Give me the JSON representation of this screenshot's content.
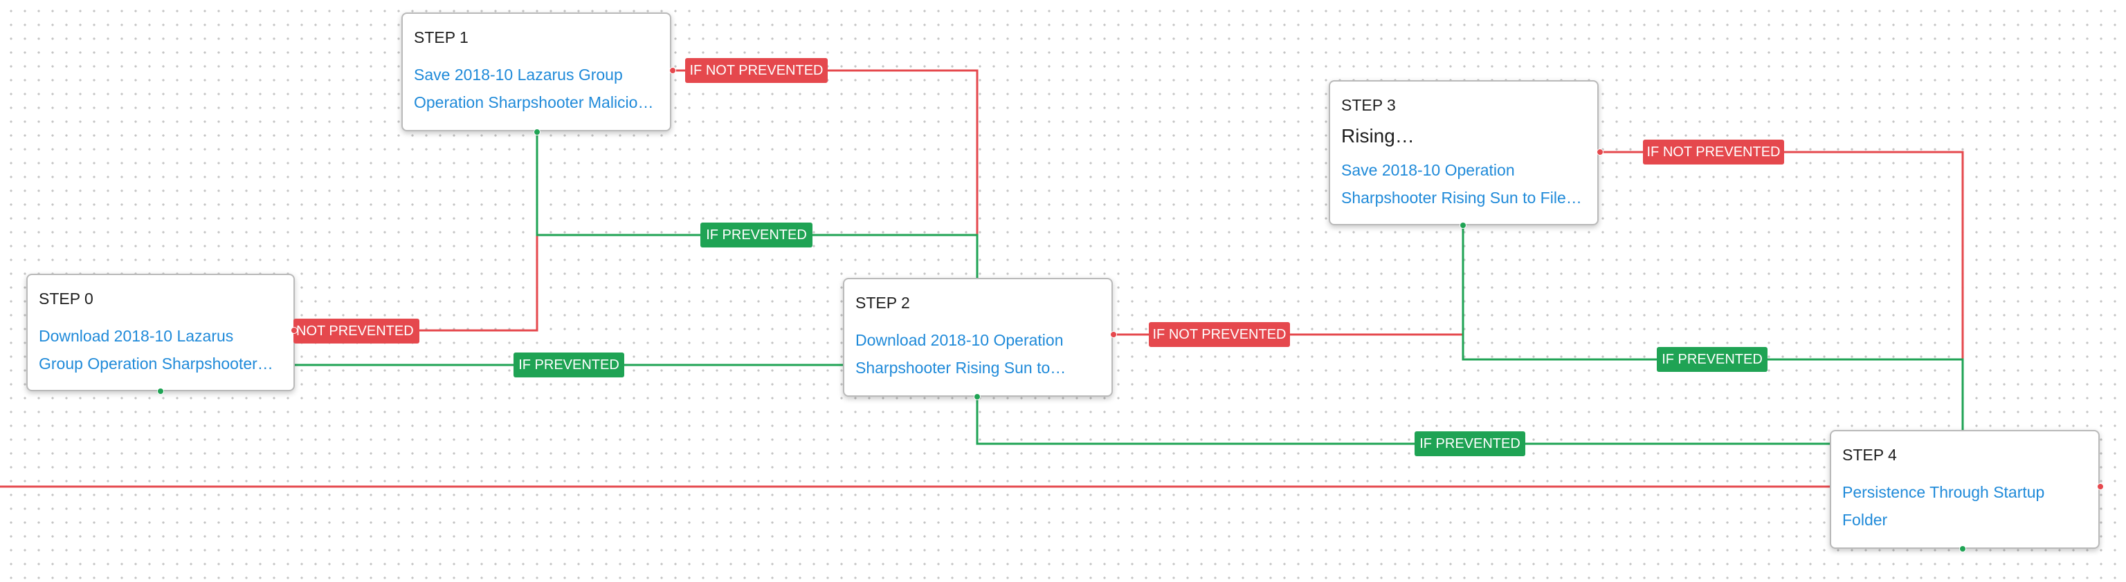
{
  "colors": {
    "prevented": "#1fa354",
    "not_prevented": "#e5484d",
    "link": "#1f8ad9",
    "node_border": "#b9b9b9",
    "dot_grid": "#c4c4c4"
  },
  "nodes": [
    {
      "id": "step0",
      "step": "STEP 0",
      "subtitle": "",
      "link_lines": [
        "Download 2018-10 Lazarus",
        "Group Operation Sharpshooter…"
      ]
    },
    {
      "id": "step1",
      "step": "STEP 1",
      "subtitle": "",
      "link_lines": [
        "Save 2018-10 Lazarus Group",
        "Operation Sharpshooter Malicio…"
      ]
    },
    {
      "id": "step2",
      "step": "STEP 2",
      "subtitle": "",
      "link_lines": [
        "Download 2018-10 Operation",
        "Sharpshooter Rising Sun to…"
      ]
    },
    {
      "id": "step3",
      "step": "STEP 3",
      "subtitle": "Rising…",
      "link_lines": [
        "Save 2018-10 Operation",
        "Sharpshooter Rising Sun to File…"
      ]
    },
    {
      "id": "step4",
      "step": "STEP 4",
      "subtitle": "",
      "link_lines": [
        "Persistence Through Startup",
        "Folder"
      ]
    }
  ],
  "edges": [
    {
      "id": "e0-red",
      "from": "step0",
      "to": "step1",
      "condition": "not_prevented",
      "label": "IF NOT PREVENTED",
      "label_visible": "NOT PREVENTED"
    },
    {
      "id": "e0-green",
      "from": "step0",
      "to": "step2",
      "condition": "prevented",
      "label": "IF PREVENTED"
    },
    {
      "id": "e1-red",
      "from": "step1",
      "to": "step2",
      "condition": "not_prevented",
      "label": "IF NOT PREVENTED"
    },
    {
      "id": "e1-green",
      "from": "step1",
      "to": "step2",
      "condition": "prevented",
      "label": "IF PREVENTED"
    },
    {
      "id": "e2-red",
      "from": "step2",
      "to": "step3",
      "condition": "not_prevented",
      "label": "IF NOT PREVENTED"
    },
    {
      "id": "e2-green",
      "from": "step2",
      "to": "step4",
      "condition": "prevented",
      "label": "IF PREVENTED"
    },
    {
      "id": "e3-red",
      "from": "step3",
      "to": "step4",
      "condition": "not_prevented",
      "label": "IF NOT PREVENTED"
    },
    {
      "id": "e3-green",
      "from": "step3",
      "to": "step4",
      "condition": "prevented",
      "label": "IF PREVENTED"
    },
    {
      "id": "e4-red",
      "from": "step4",
      "to": "",
      "condition": "not_prevented",
      "label": ""
    }
  ]
}
